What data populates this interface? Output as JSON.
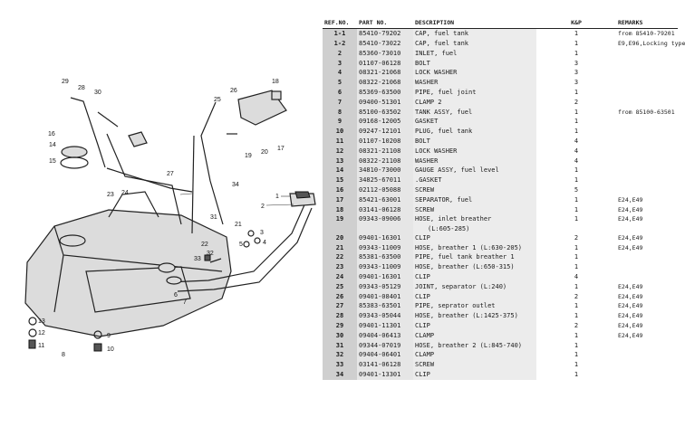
{
  "table": {
    "headers": {
      "ref": "REF.NO.",
      "part": "PART NO.",
      "desc": "DESCRIPTION",
      "qty": "K&P",
      "remarks": "REMARKS"
    },
    "rows": [
      {
        "ref": "1-1",
        "part": "85410-79202",
        "desc": "CAP, fuel tank",
        "qty": "1",
        "remarks": "from 85410-79201"
      },
      {
        "ref": "1-2",
        "part": "85410-73022",
        "desc": "CAP, fuel tank",
        "qty": "1",
        "remarks": "E9,E96,Locking type"
      },
      {
        "ref": "2",
        "part": "85360-73010",
        "desc": "INLET, fuel",
        "qty": "1",
        "remarks": ""
      },
      {
        "ref": "3",
        "part": "01107-06128",
        "desc": "BOLT",
        "qty": "3",
        "remarks": ""
      },
      {
        "ref": "4",
        "part": "08321-21068",
        "desc": "LOCK WASHER",
        "qty": "3",
        "remarks": ""
      },
      {
        "ref": "5",
        "part": "08322-21068",
        "desc": "WASHER",
        "qty": "3",
        "remarks": ""
      },
      {
        "ref": "6",
        "part": "85369-63500",
        "desc": "PIPE, fuel joint",
        "qty": "1",
        "remarks": ""
      },
      {
        "ref": "7",
        "part": "09400-51301",
        "desc": "CLAMP 2",
        "qty": "2",
        "remarks": ""
      },
      {
        "ref": "8",
        "part": "85100-63502",
        "desc": "TANK ASSY, fuel",
        "qty": "1",
        "remarks": "from 85100-63501"
      },
      {
        "ref": "9",
        "part": "09168-12005",
        "desc": "GASKET",
        "qty": "1",
        "remarks": ""
      },
      {
        "ref": "10",
        "part": "09247-12101",
        "desc": "PLUG, fuel tank",
        "qty": "1",
        "remarks": ""
      },
      {
        "ref": "11",
        "part": "01107-10208",
        "desc": "BOLT",
        "qty": "4",
        "remarks": ""
      },
      {
        "ref": "12",
        "part": "08321-21108",
        "desc": "LOCK WASHER",
        "qty": "4",
        "remarks": ""
      },
      {
        "ref": "13",
        "part": "08322-21108",
        "desc": "WASHER",
        "qty": "4",
        "remarks": ""
      },
      {
        "ref": "14",
        "part": "34810-73000",
        "desc": "GAUGE ASSY, fuel level",
        "qty": "1",
        "remarks": ""
      },
      {
        "ref": "15",
        "part": "34825-67011",
        "desc": ".GASKET",
        "qty": "1",
        "remarks": ""
      },
      {
        "ref": "16",
        "part": "02112-05088",
        "desc": "SCREW",
        "qty": "5",
        "remarks": ""
      },
      {
        "ref": "17",
        "part": "85421-63001",
        "desc": "SEPARATOR, fuel",
        "qty": "1",
        "remarks": "E24,E49"
      },
      {
        "ref": "18",
        "part": "03141-06128",
        "desc": "SCREW",
        "qty": "1",
        "remarks": "E24,E49"
      },
      {
        "ref": "19",
        "part": "09343-09006",
        "desc": "HOSE, inlet breather",
        "desc2": "(L:605-285)",
        "qty": "1",
        "remarks": "E24,E49"
      },
      {
        "ref": "20",
        "part": "09401-16301",
        "desc": "CLIP",
        "qty": "2",
        "remarks": "E24,E49"
      },
      {
        "ref": "21",
        "part": "09343-11009",
        "desc": "HOSE, breather 1 (L:630-205)",
        "qty": "1",
        "remarks": "E24,E49"
      },
      {
        "ref": "22",
        "part": "85381-63500",
        "desc": "PIPE, fuel tank breather 1",
        "qty": "1",
        "remarks": ""
      },
      {
        "ref": "23",
        "part": "09343-11009",
        "desc": "HOSE, breather (L:650-315)",
        "qty": "1",
        "remarks": ""
      },
      {
        "ref": "24",
        "part": "09401-16301",
        "desc": "CLIP",
        "qty": "4",
        "remarks": ""
      },
      {
        "ref": "25",
        "part": "09343-05129",
        "desc": "JOINT, separator (L:240)",
        "qty": "1",
        "remarks": "E24,E49"
      },
      {
        "ref": "26",
        "part": "09401-08401",
        "desc": "CLIP",
        "qty": "2",
        "remarks": "E24,E49"
      },
      {
        "ref": "27",
        "part": "85383-63501",
        "desc": "PIPE, seprator outlet",
        "qty": "1",
        "remarks": "E24,E49"
      },
      {
        "ref": "28",
        "part": "09343-05044",
        "desc": "HOSE, breather (L:1425-375)",
        "qty": "1",
        "remarks": "E24,E49"
      },
      {
        "ref": "29",
        "part": "09401-11301",
        "desc": "CLIP",
        "qty": "2",
        "remarks": "E24,E49"
      },
      {
        "ref": "30",
        "part": "09404-06413",
        "desc": "CLAMP",
        "qty": "1",
        "remarks": "E24,E49"
      },
      {
        "ref": "31",
        "part": "09344-07019",
        "desc": "HOSE, breather 2 (L:845-740)",
        "qty": "1",
        "remarks": ""
      },
      {
        "ref": "32",
        "part": "09404-06401",
        "desc": "CLAMP",
        "qty": "1",
        "remarks": ""
      },
      {
        "ref": "33",
        "part": "03141-06128",
        "desc": "SCREW",
        "qty": "1",
        "remarks": ""
      },
      {
        "ref": "34",
        "part": "09401-13301",
        "desc": "CLIP",
        "qty": "1",
        "remarks": ""
      }
    ]
  },
  "diagram": {
    "callouts": [
      "1",
      "2",
      "3",
      "4",
      "5",
      "6",
      "7",
      "8",
      "9",
      "10",
      "11",
      "12",
      "13",
      "14",
      "15",
      "16",
      "17",
      "18",
      "19",
      "20",
      "21",
      "22",
      "23",
      "24",
      "25",
      "26",
      "27",
      "28",
      "29",
      "30",
      "31",
      "32",
      "33",
      "34"
    ]
  }
}
